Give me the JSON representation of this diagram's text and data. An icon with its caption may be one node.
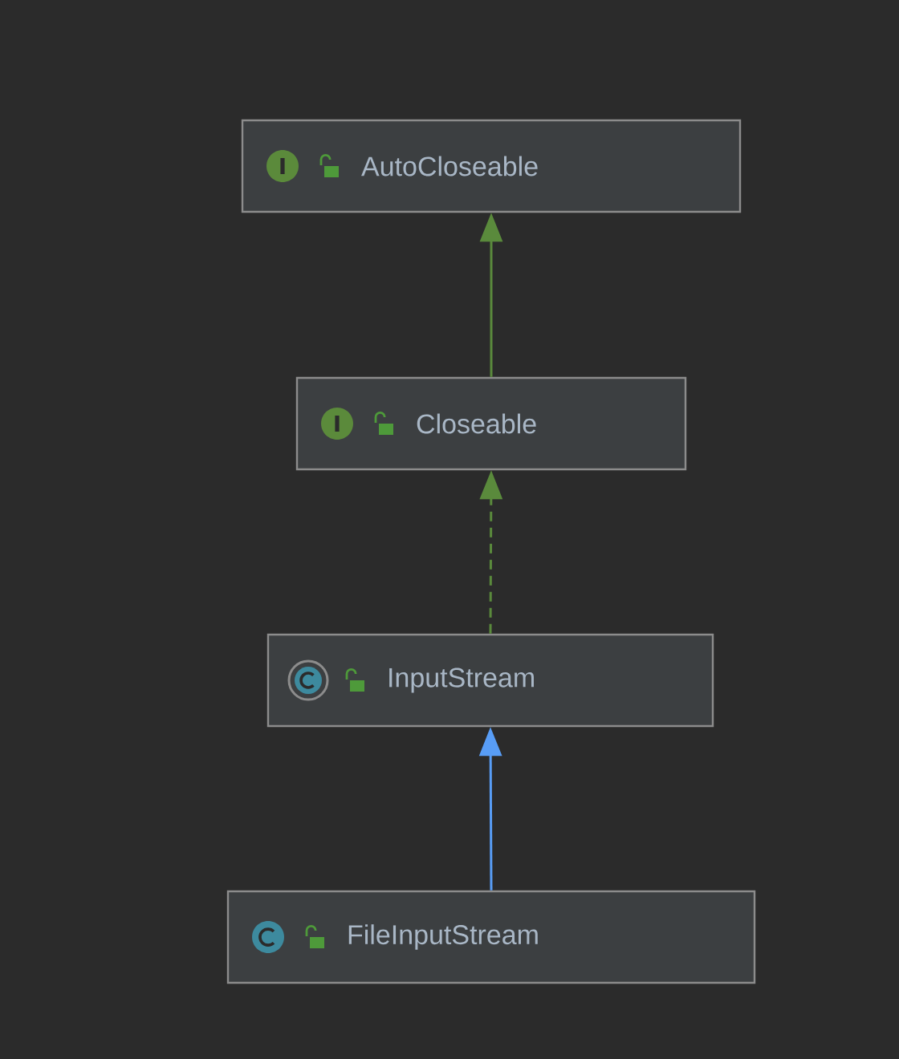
{
  "diagram": {
    "nodes": [
      {
        "text": [
          "AutoCloseable"
        ]
      },
      {
        "text": [
          "Closeable"
        ]
      },
      {
        "text": [
          "InputStream"
        ]
      },
      {
        "text": [
          "FileInputStream"
        ]
      }
    ],
    "edges": [
      {
        "from": 1,
        "to": 0,
        "arrow": "to"
      },
      {
        "from": 2,
        "to": 1,
        "arrow": "to",
        "style": "dashed"
      },
      {
        "from": 3,
        "to": 2,
        "arrow": "to",
        "color": "#589df6"
      }
    ]
  }
}
